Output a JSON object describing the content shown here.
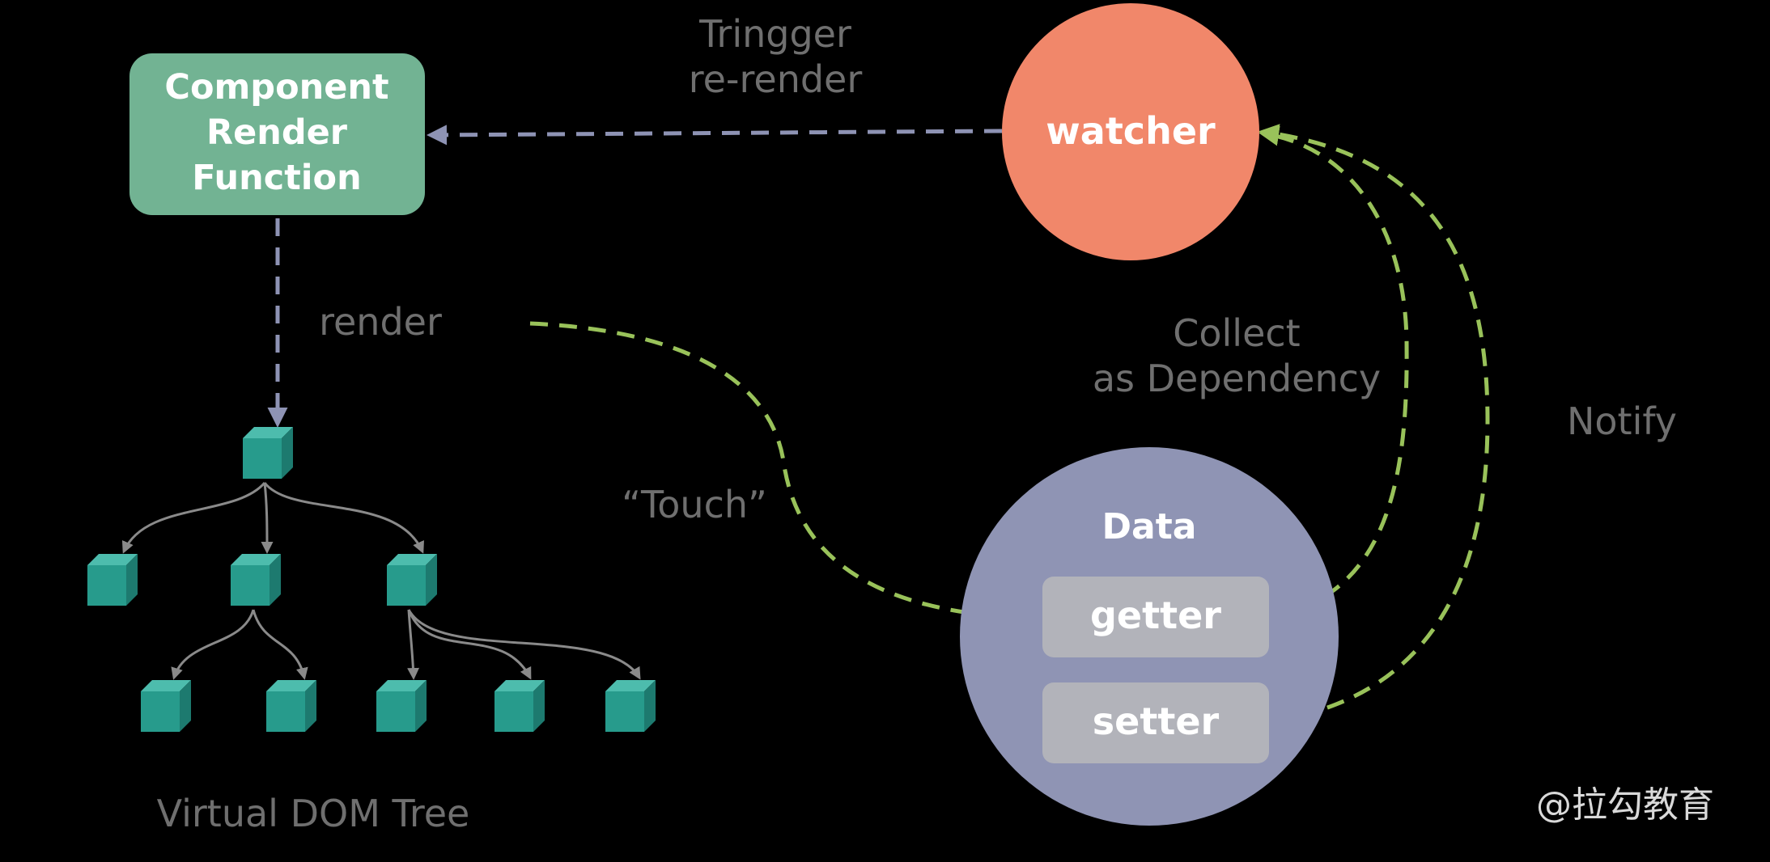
{
  "nodes": {
    "render_function": {
      "line1": "Component",
      "line2": "Render",
      "line3": "Function"
    },
    "watcher": {
      "label": "watcher"
    },
    "data": {
      "label": "Data",
      "getter": "getter",
      "setter": "setter"
    }
  },
  "edge_labels": {
    "trigger_line1": "Tringger",
    "trigger_line2": "re-render",
    "render": "render",
    "touch": "“Touch”",
    "collect_line1": "Collect",
    "collect_line2": "as Dependency",
    "notify": "Notify"
  },
  "tree_caption": "Virtual DOM Tree",
  "watermark": "@拉勾教育",
  "colors": {
    "background": "#000000",
    "render_function_fill": "#72b393",
    "watcher_fill": "#f1876a",
    "data_fill": "#8f94b4",
    "accessor_fill": "#b2b3ba",
    "cube_front": "#279b8c",
    "cube_top": "#4dbcad",
    "cube_side": "#1d7a6f",
    "arrow_lavender": "#8e93b4",
    "arrow_green": "#99c25a",
    "tree_edge": "#8a8a8a",
    "label_gray": "#6f6f6f"
  }
}
